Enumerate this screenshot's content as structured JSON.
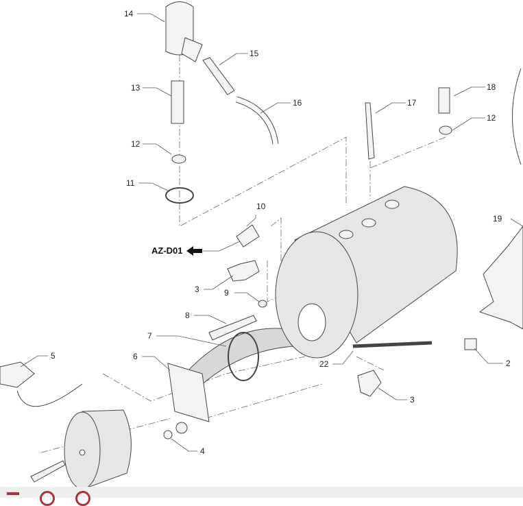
{
  "diagram": {
    "callouts": [
      "14",
      "15",
      "13",
      "16",
      "17",
      "18",
      "12",
      "12",
      "11",
      "10",
      "19",
      "3",
      "9",
      "8",
      "7",
      "5",
      "6",
      "22",
      "2",
      "3",
      "4"
    ],
    "reference_label": "AZ-D01"
  },
  "toolbar": {
    "buttons": [
      "fullscreen-icon",
      "zoom-in-icon",
      "zoom-out-icon"
    ],
    "accent_color": "#a8323e"
  }
}
